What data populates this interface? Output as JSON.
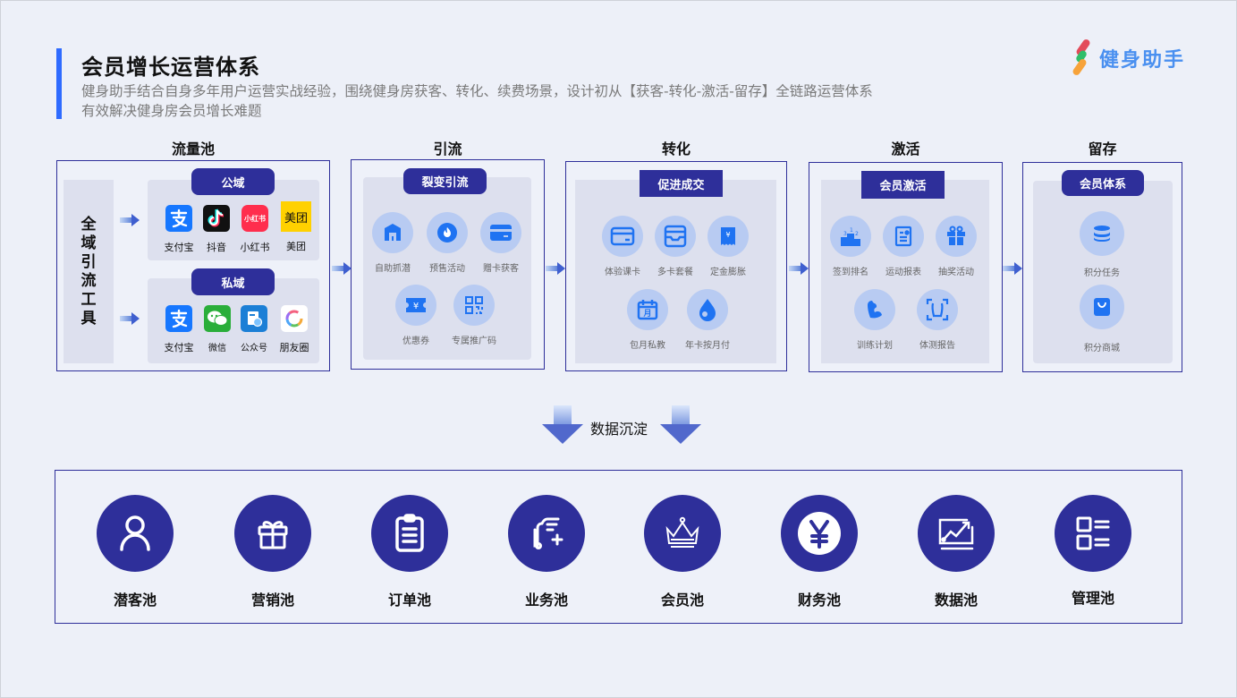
{
  "header": {
    "title": "会员增长运营体系",
    "subtitle_line1": "健身助手结合自身多年用户运营实战经验，围绕健身房获客、转化、续费场景，设计初从【获客-转化-激活-留存】全链路运营体系",
    "subtitle_line2": "有效解决健身房会员增长难题",
    "logo_text": "健身助手",
    "accent_color": "#2f6bff"
  },
  "stages": {
    "traffic": {
      "heading": "流量池",
      "tool_label": [
        "全",
        "域",
        "引",
        "流",
        "工",
        "具"
      ],
      "public": {
        "pill": "公域",
        "apps": [
          {
            "label": "支付宝",
            "icon": "alipay-icon"
          },
          {
            "label": "抖音",
            "icon": "douyin-icon"
          },
          {
            "label": "小红书",
            "icon": "xiaohongshu-icon",
            "icon_text": "小红书"
          },
          {
            "label": "美团",
            "icon": "meituan-icon",
            "icon_text": "美团"
          }
        ]
      },
      "private": {
        "pill": "私域",
        "apps": [
          {
            "label": "支付宝",
            "icon": "alipay-icon"
          },
          {
            "label": "微信",
            "icon": "wechat-icon"
          },
          {
            "label": "公众号",
            "icon": "official-account-icon"
          },
          {
            "label": "朋友圈",
            "icon": "moments-icon"
          }
        ]
      }
    },
    "acquire": {
      "heading": "引流",
      "pill": "裂变引流",
      "items": [
        {
          "label": "自助抓潜",
          "icon": "house-icon"
        },
        {
          "label": "预售活动",
          "icon": "fire-icon"
        },
        {
          "label": "赠卡获客",
          "icon": "card-icon"
        },
        {
          "label": "优惠券",
          "icon": "coupon-icon"
        },
        {
          "label": "专属推广码",
          "icon": "qrcode-icon"
        }
      ]
    },
    "convert": {
      "heading": "转化",
      "pill": "促进成交",
      "items": [
        {
          "label": "体验课卡",
          "icon": "card-icon"
        },
        {
          "label": "多卡套餐",
          "icon": "card-bundle-icon"
        },
        {
          "label": "定金膨胀",
          "icon": "receipt-yen-icon"
        },
        {
          "label": "包月私教",
          "icon": "calendar-month-icon",
          "icon_text": "月"
        },
        {
          "label": "年卡按月付",
          "icon": "drop-icon"
        }
      ]
    },
    "activate": {
      "heading": "激活",
      "pill": "会员激活",
      "items": [
        {
          "label": "签到排名",
          "icon": "podium-icon"
        },
        {
          "label": "运动报表",
          "icon": "report-icon"
        },
        {
          "label": "抽奖活动",
          "icon": "gift-icon"
        },
        {
          "label": "训练计划",
          "icon": "muscle-icon"
        },
        {
          "label": "体测报告",
          "icon": "body-scan-icon"
        }
      ]
    },
    "retain": {
      "heading": "留存",
      "pill": "会员体系",
      "items": [
        {
          "label": "积分任务",
          "icon": "coins-stack-icon"
        },
        {
          "label": "积分商城",
          "icon": "shopping-bag-icon"
        }
      ]
    }
  },
  "data_sediment": {
    "label": "数据沉淀"
  },
  "pools": [
    {
      "label": "潜客池",
      "icon": "user-icon"
    },
    {
      "label": "营销池",
      "icon": "gift-icon"
    },
    {
      "label": "订单池",
      "icon": "clipboard-icon"
    },
    {
      "label": "业务池",
      "icon": "business-icon"
    },
    {
      "label": "会员池",
      "icon": "crown-icon"
    },
    {
      "label": "财务池",
      "icon": "yen-icon"
    },
    {
      "label": "数据池",
      "icon": "chart-trend-icon"
    },
    {
      "label": "管理池",
      "icon": "list-grid-icon"
    }
  ],
  "colors": {
    "primary_dark": "#2e2f9a",
    "icon_blue": "#1f73f2",
    "icon_bg": "#b8cbf2",
    "panel_inner": "#dde0ee",
    "background": "#edf0f8"
  }
}
